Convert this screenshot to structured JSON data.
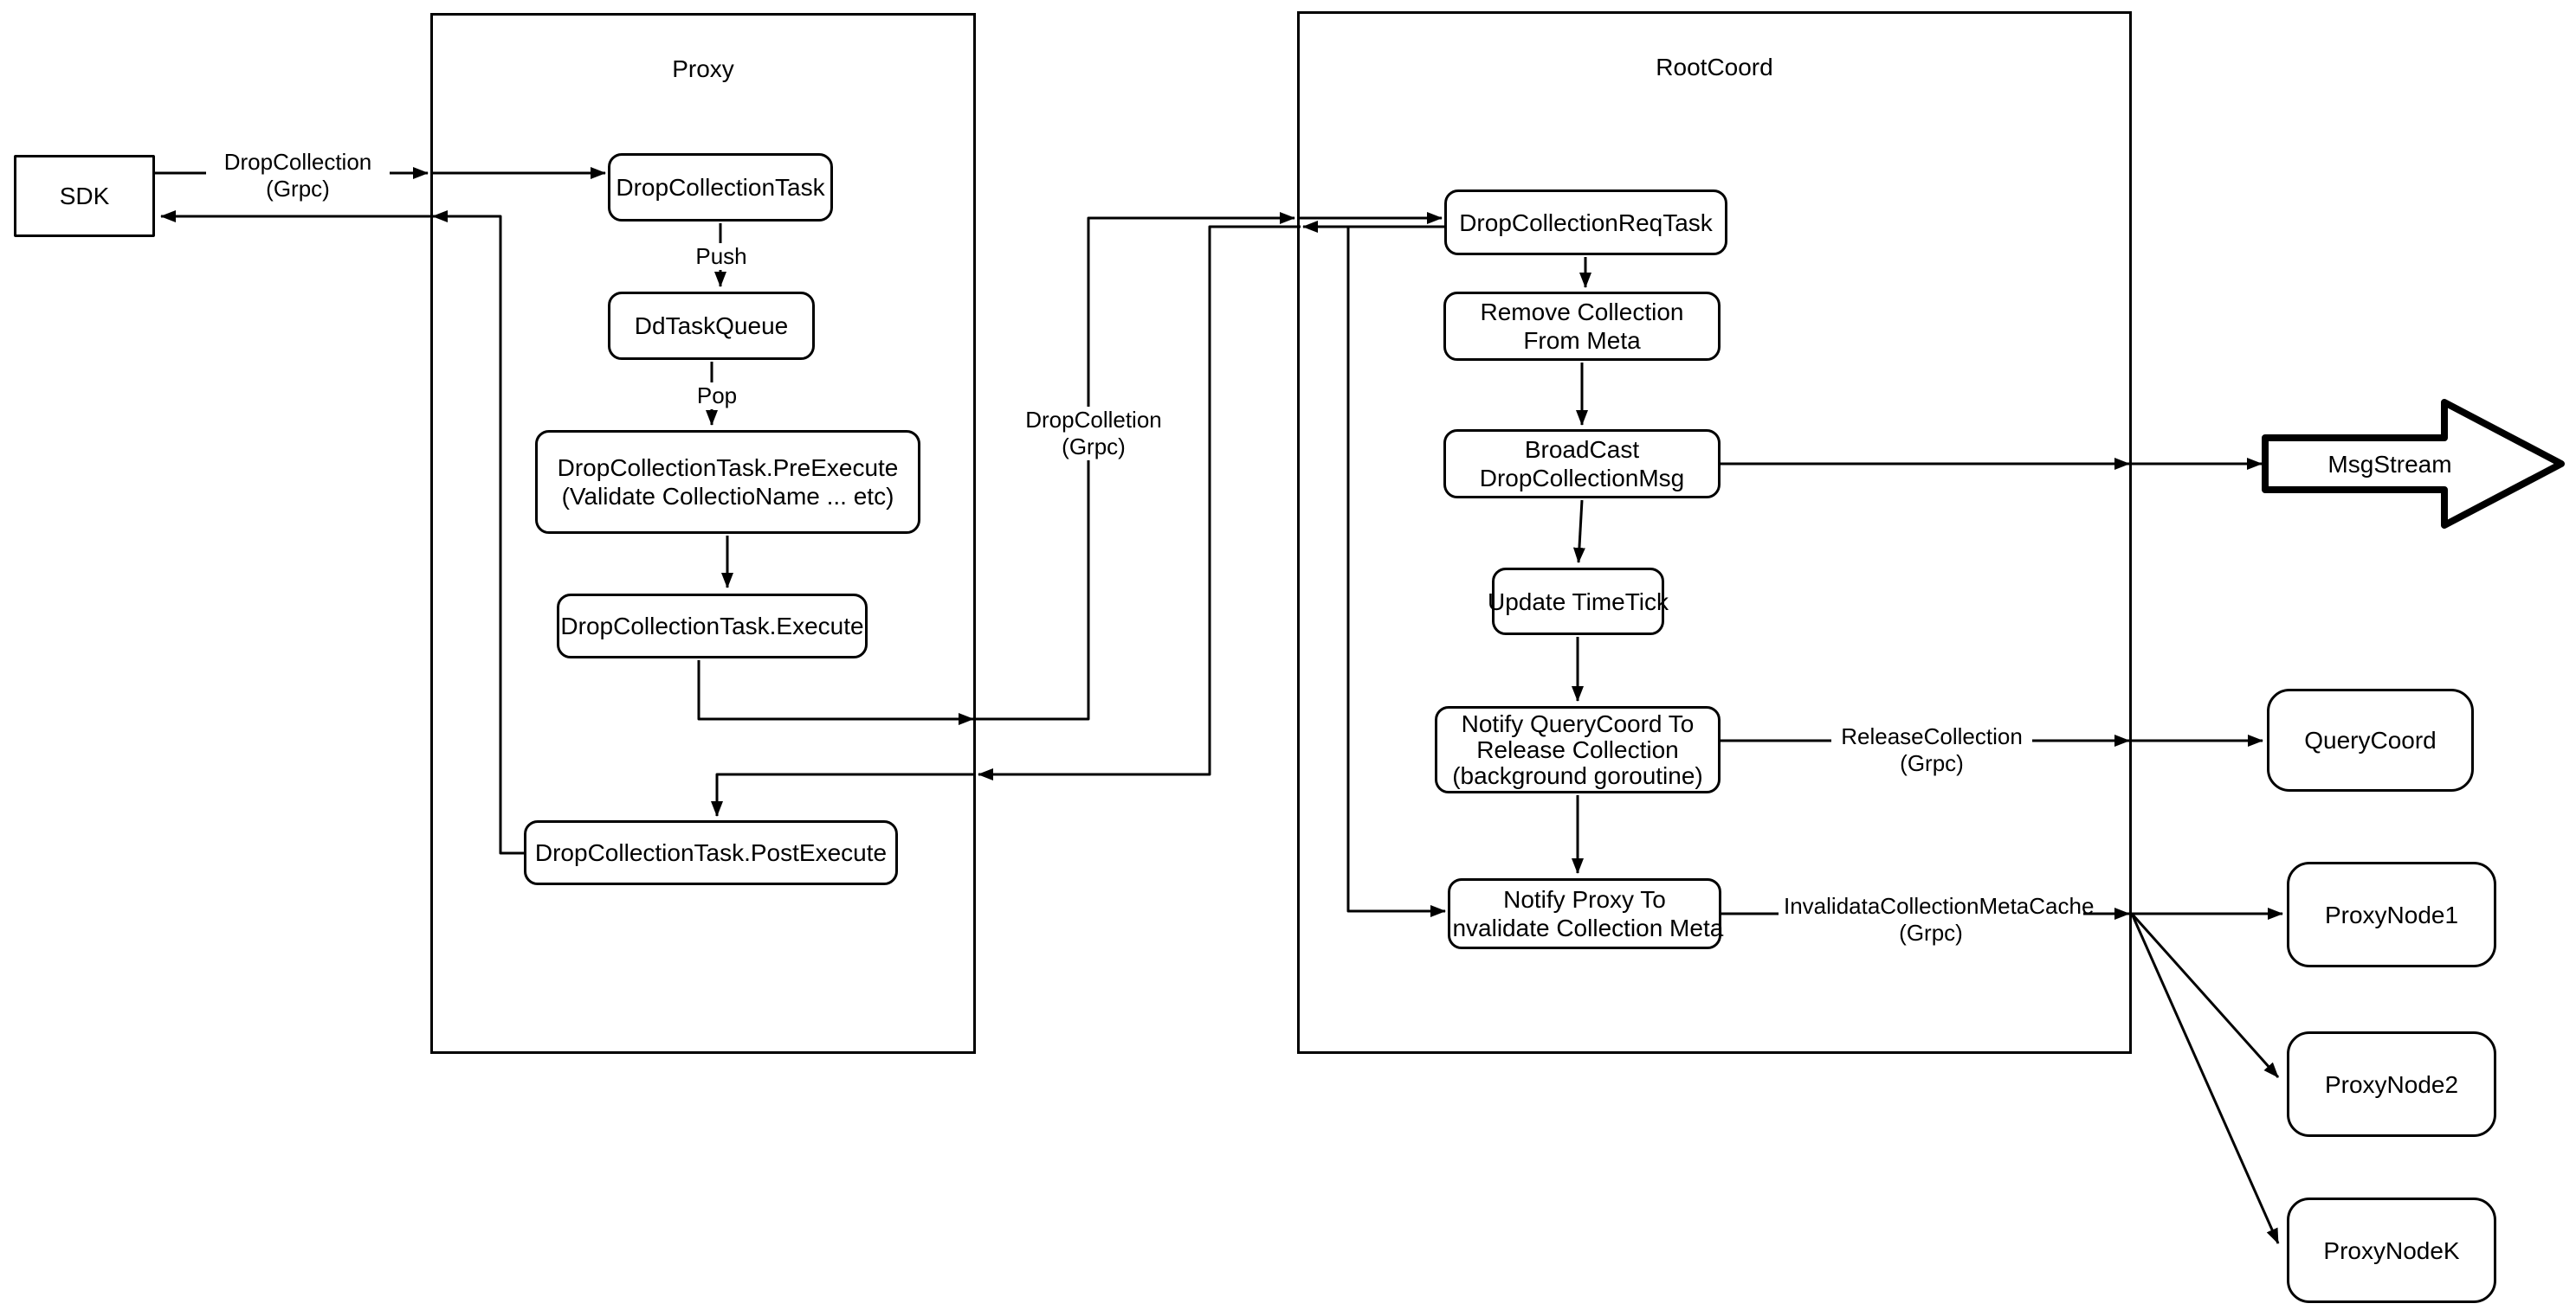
{
  "diagram": {
    "background_color": "#ffffff",
    "stroke_color": "#000000",
    "node_fill_color": "#ffffff",
    "containers": {
      "proxy": {
        "title": "Proxy"
      },
      "rootcoord": {
        "title": "RootCoord"
      }
    },
    "nodes": {
      "sdk": {
        "label": "SDK"
      },
      "drop_collection_task": {
        "label": "DropCollectionTask"
      },
      "dd_task_queue": {
        "label": "DdTaskQueue"
      },
      "pre_execute": {
        "lines": [
          "DropCollectionTask.PreExecute",
          "(Validate CollectioName ... etc)"
        ]
      },
      "execute": {
        "label": "DropCollectionTask.Execute"
      },
      "post_execute": {
        "label": "DropCollectionTask.PostExecute"
      },
      "req_task": {
        "label": "DropCollectionReqTask"
      },
      "remove_meta": {
        "lines": [
          "Remove Collection",
          "From Meta"
        ]
      },
      "broadcast": {
        "lines": [
          "BroadCast",
          "DropCollectionMsg"
        ]
      },
      "update_timetick": {
        "label": "Update TimeTick"
      },
      "notify_querycoord": {
        "lines": [
          "Notify QueryCoord To",
          "Release Collection",
          "(background goroutine)"
        ]
      },
      "notify_proxy": {
        "lines": [
          "Notify Proxy To",
          "Invalidate Collection Meta"
        ]
      },
      "msgstream": {
        "label": "MsgStream"
      },
      "querycoord": {
        "label": "QueryCoord"
      },
      "proxynode1": {
        "label": "ProxyNode1"
      },
      "proxynode2": {
        "label": "ProxyNode2"
      },
      "proxynodek": {
        "label": "ProxyNodeK"
      }
    },
    "edge_labels": {
      "sdk_grpc": {
        "lines": [
          "DropCollection",
          "(Grpc)"
        ]
      },
      "push": "Push",
      "pop": "Pop",
      "mid_grpc": {
        "lines": [
          "DropColletion",
          "(Grpc)"
        ]
      },
      "release": {
        "lines": [
          "ReleaseCollection",
          "(Grpc)"
        ]
      },
      "invalidate": {
        "lines": [
          "InvalidataCollectionMetaCache",
          "(Grpc)"
        ]
      }
    }
  }
}
